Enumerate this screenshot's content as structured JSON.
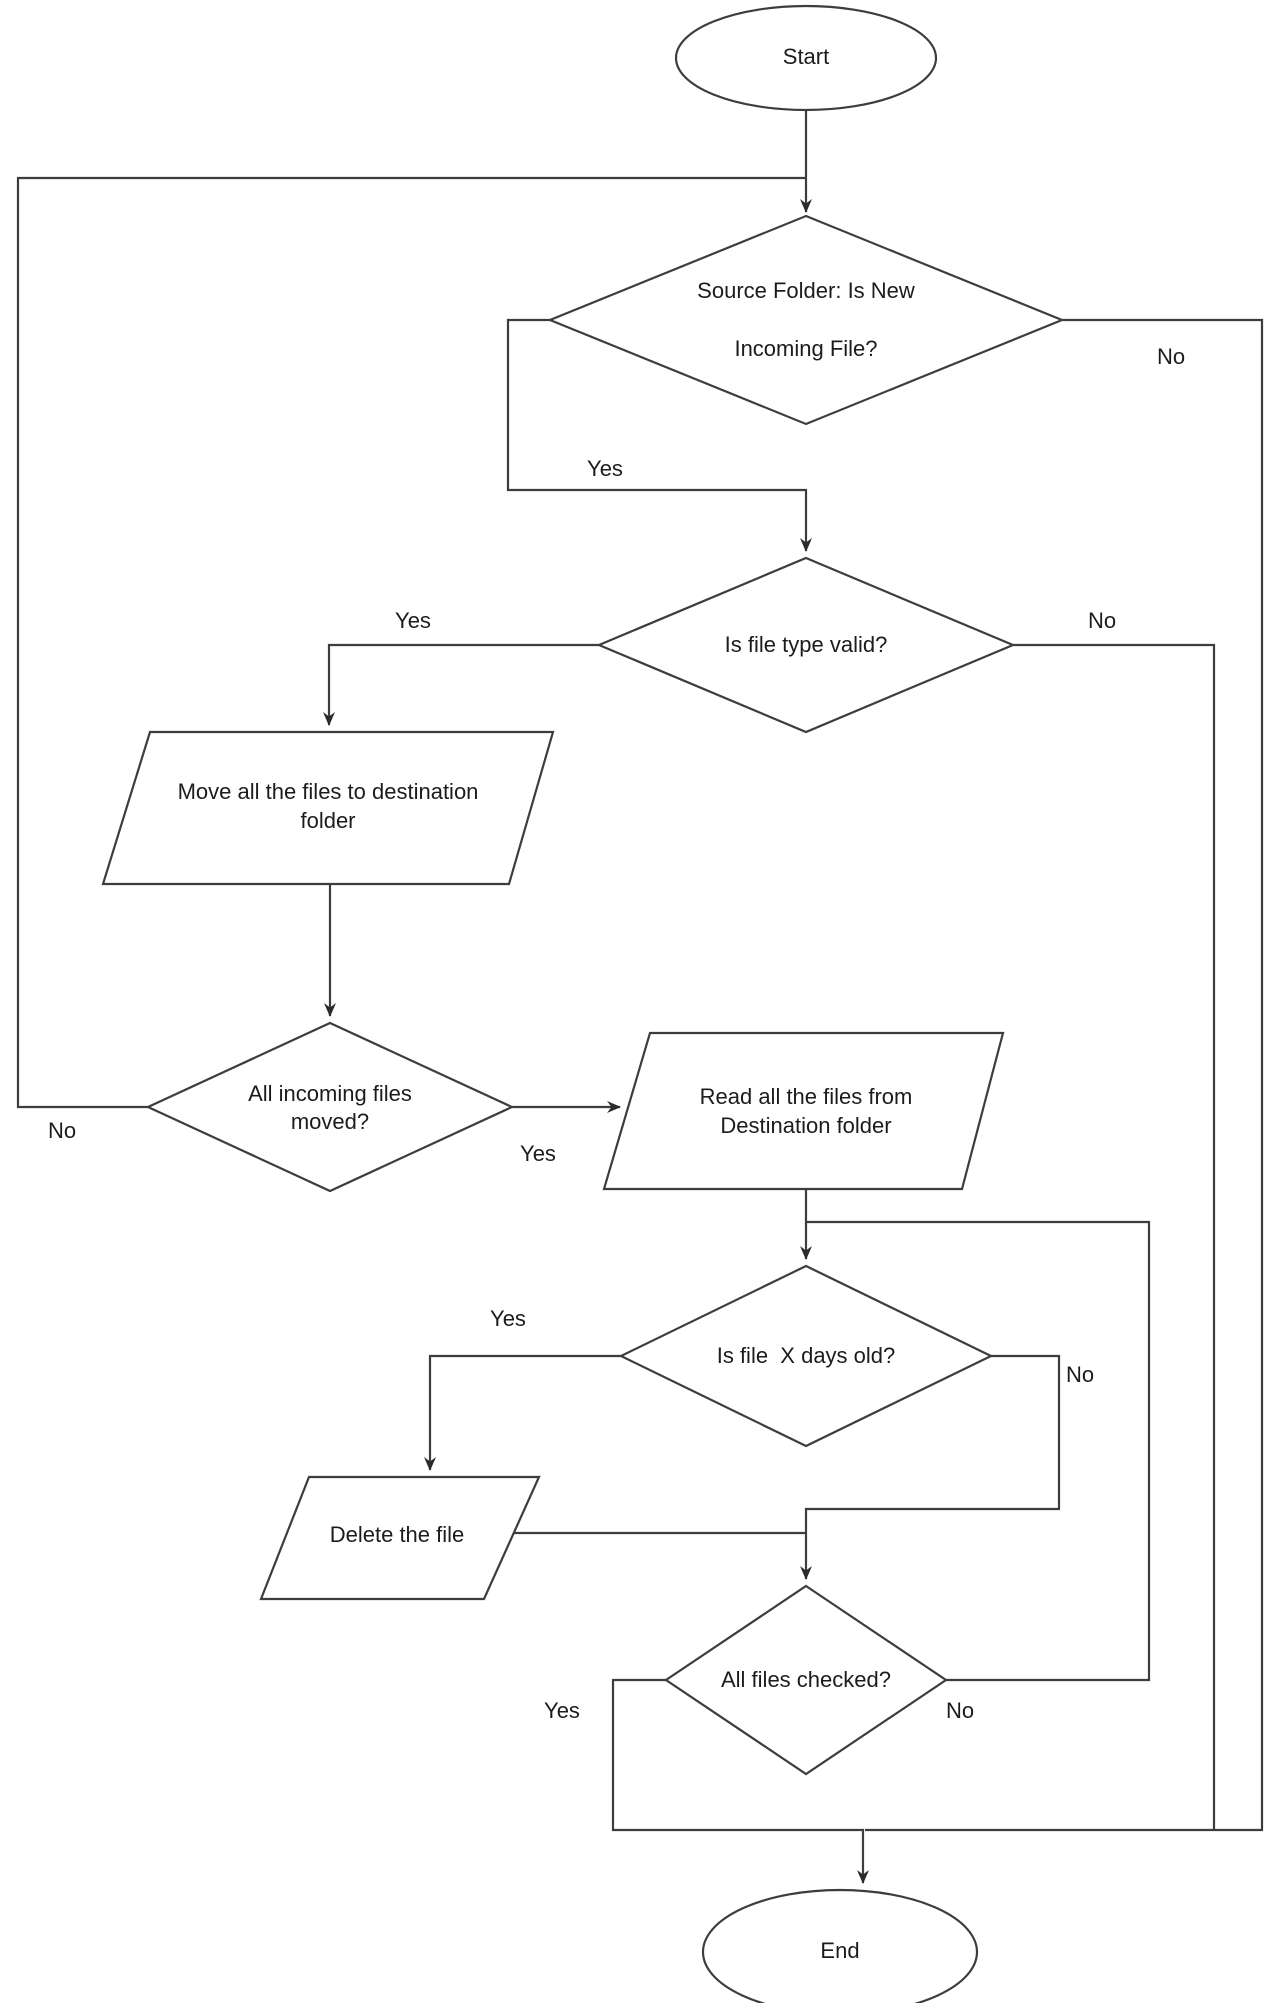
{
  "diagram": {
    "colors": {
      "background": "#ffffff",
      "stroke": "#3d3d3d",
      "text": "#1c1c1c"
    },
    "nodes": {
      "start": {
        "type": "terminator",
        "label": "Start"
      },
      "source_folder_check": {
        "type": "decision",
        "line1": "Source Folder: Is New",
        "line2": "Incoming File?"
      },
      "file_type_valid": {
        "type": "decision",
        "label": "Is file type valid?"
      },
      "move_files": {
        "type": "input-output",
        "line1": "Move all the files to destination",
        "line2": "folder"
      },
      "all_files_moved": {
        "type": "decision",
        "line1": "All incoming files",
        "line2": "moved?"
      },
      "read_files": {
        "type": "input-output",
        "line1": "Read all the files from",
        "line2": "Destination folder"
      },
      "file_age_check": {
        "type": "decision",
        "label": "Is file  X days old?"
      },
      "delete_file": {
        "type": "input-output",
        "label": "Delete the file"
      },
      "all_files_checked": {
        "type": "decision",
        "label": "All files checked?"
      },
      "end": {
        "type": "terminator",
        "label": "End"
      }
    },
    "edge_labels": {
      "source_folder_yes": "Yes",
      "source_folder_no": "No",
      "file_type_yes": "Yes",
      "file_type_no": "No",
      "files_moved_yes": "Yes",
      "files_moved_no": "No",
      "file_age_yes": "Yes",
      "file_age_no": "No",
      "files_checked_yes": "Yes",
      "files_checked_no": "No"
    }
  }
}
